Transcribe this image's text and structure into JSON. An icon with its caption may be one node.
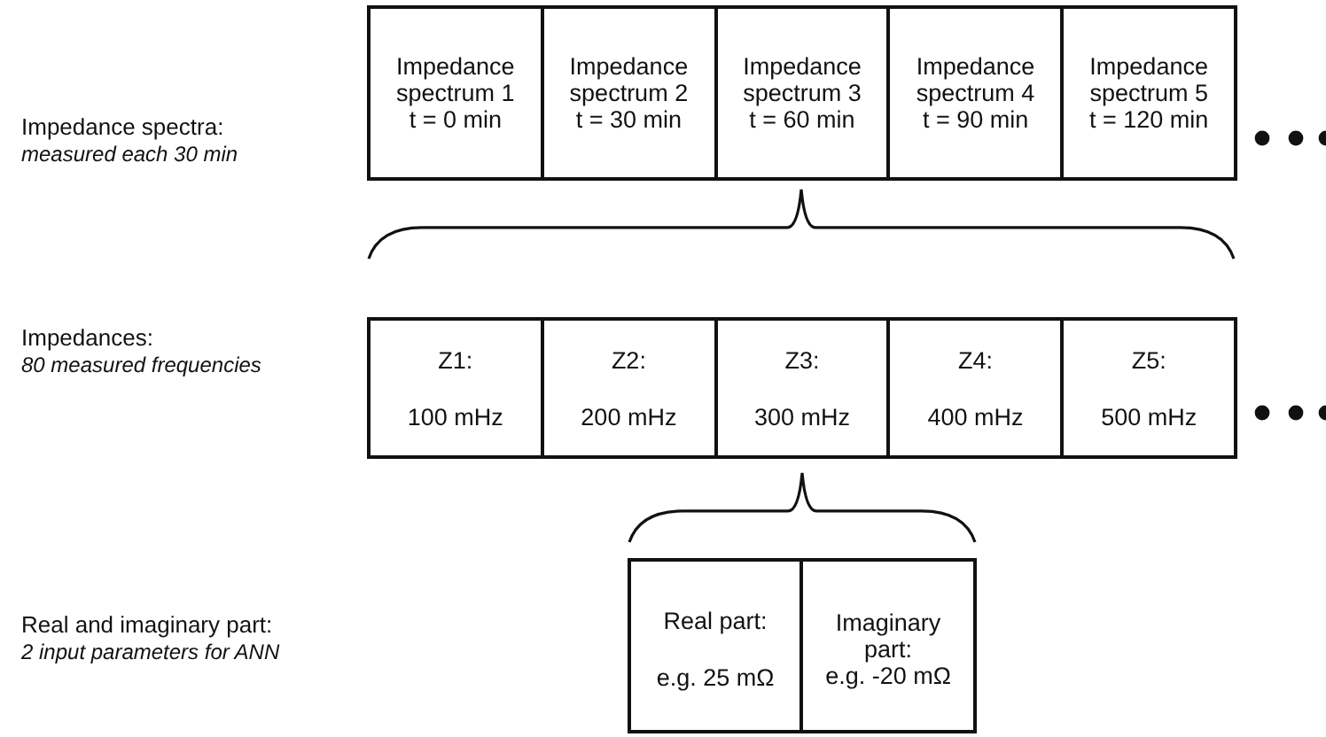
{
  "diagram": {
    "nodes": [
      {
        "text": [
          "Impedance spectrum 1",
          "t = 0 min"
        ]
      },
      {
        "text": [
          "Impedance spectrum 2",
          "t = 30 min"
        ]
      },
      {
        "text": [
          "Impedance spectrum 3",
          "t = 60 min"
        ]
      },
      {
        "text": [
          "Impedance spectrum 4",
          "t = 90 min"
        ]
      },
      {
        "text": [
          "Impedance spectrum 5",
          "t = 120 min"
        ]
      },
      {
        "text": [
          "Z1:",
          "100 mHz"
        ]
      },
      {
        "text": [
          "Z2:",
          "200 mHz"
        ]
      },
      {
        "text": [
          "Z3:",
          "300 mHz"
        ]
      },
      {
        "text": [
          "Z4:",
          "400 mHz"
        ]
      },
      {
        "text": [
          "Z5:",
          "500 mHz"
        ]
      },
      {
        "text": [
          "Real part:",
          "e.g. 25 mΩ"
        ]
      },
      {
        "text": [
          "Imaginary part:",
          "e.g. -20 mΩ"
        ]
      }
    ],
    "labels": [
      "Impedance spectra:",
      "measured each 30 min",
      "Impedances:",
      "80 measured frequencies",
      "Real and imaginary part:",
      "2 input parameters for ANN"
    ]
  }
}
